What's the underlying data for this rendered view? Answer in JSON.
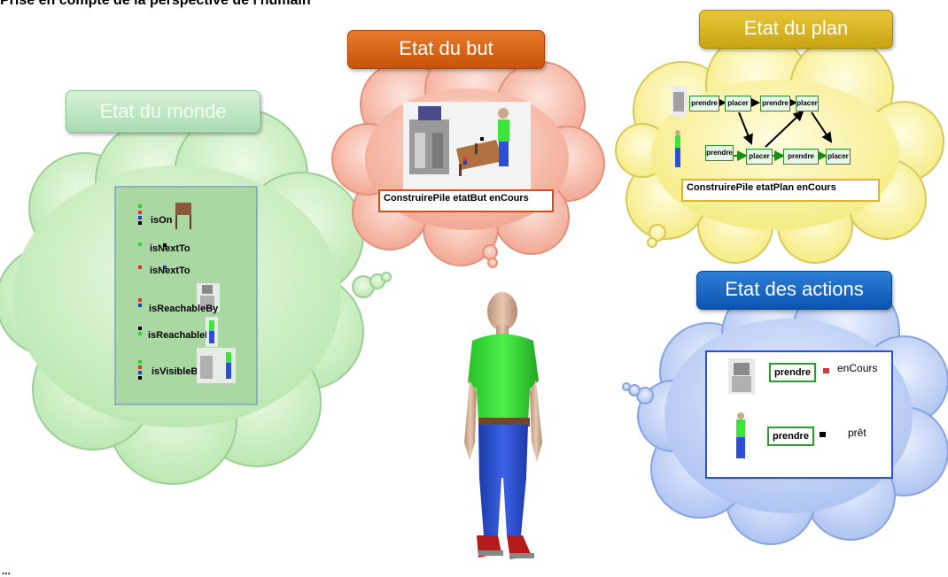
{
  "header": {
    "title": "Prise en compte de la perspective de l'humain"
  },
  "footer": {
    "text": "..."
  },
  "bubbles": {
    "monde": {
      "label": "Etat du monde",
      "facts": [
        "isOn",
        "isNextTo",
        "isNextTo",
        "isReachableBy",
        "isReachableBy",
        "isVisibleBy"
      ]
    },
    "but": {
      "label": "Etat du but",
      "status": "ConstruirePile etatBut enCours"
    },
    "plan": {
      "label": "Etat du plan",
      "status": "ConstruirePile etatPlan enCours",
      "nodes": [
        "prendre",
        "placer",
        "prendre",
        "placer",
        "prendre",
        "placer",
        "prendre",
        "placer"
      ]
    },
    "actions": {
      "label": "Etat des actions",
      "rows": [
        {
          "action": "prendre",
          "state": "enCours"
        },
        {
          "action": "prendre",
          "state": "prêt"
        }
      ]
    }
  },
  "colors": {
    "green_bubble": "#cdeec6",
    "orange_bubble": "#f7b5a2",
    "yellow_bubble": "#fbf4a2",
    "blue_bubble": "#c4d4f6",
    "shirt": "#3ce43c",
    "pants": "#2a4fd6",
    "skin": "#d8b49a"
  }
}
